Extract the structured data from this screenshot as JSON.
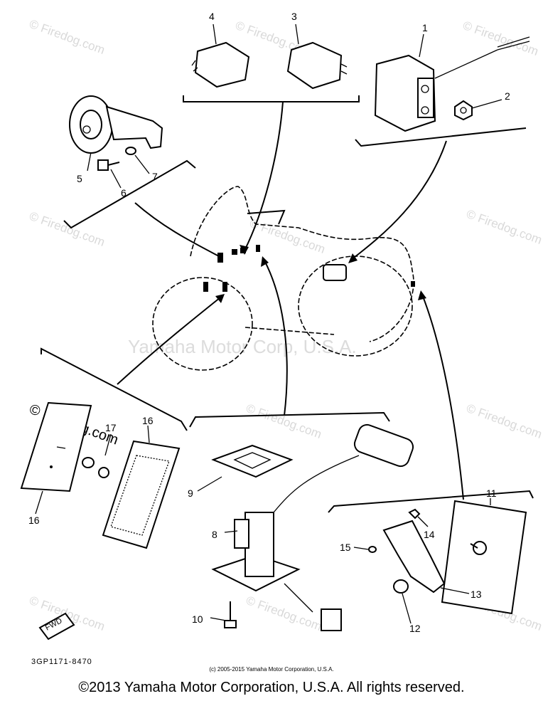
{
  "watermarks": {
    "site": "Firedog.com",
    "site_copyright": "© Firedog.com",
    "center": "Yamaha Motor Corp, U.S.A."
  },
  "callouts": [
    "1",
    "2",
    "3",
    "4",
    "5",
    "6",
    "7",
    "8",
    "9",
    "10",
    "11",
    "12",
    "13",
    "14",
    "15",
    "16",
    "16",
    "17"
  ],
  "fwd_label": "FWD",
  "diagram_code": "3GP1171-8470",
  "small_copyright": "(c) 2005-2015 Yamaha Motor Corporation, U.S.A.",
  "copyright": "©2013 Yamaha Motor Corporation, U.S.A. All rights reserved."
}
